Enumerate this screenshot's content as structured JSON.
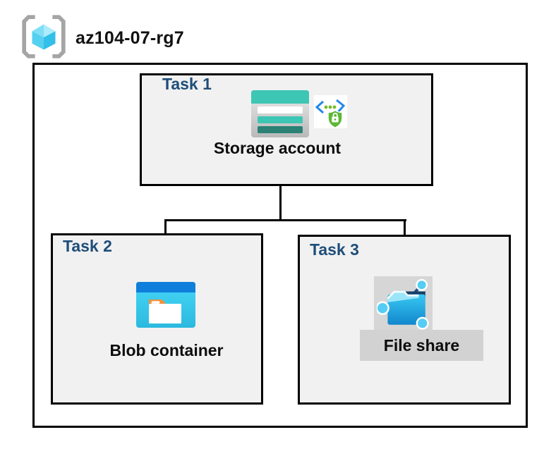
{
  "header": {
    "resource_group_name": "az104-07-rg7",
    "resource_group_icon": "azure-resource-group-icon"
  },
  "diagram": {
    "tasks": [
      {
        "label": "Task 1",
        "node": "Storage account",
        "icons": [
          "storage-account-icon",
          "secure-api-shield-icon"
        ]
      },
      {
        "label": "Task 2",
        "node": "Blob container",
        "icons": [
          "blob-container-icon"
        ]
      },
      {
        "label": "Task 3",
        "node": "File share",
        "icons": [
          "file-share-icon"
        ],
        "highlighted": true
      }
    ],
    "connections": [
      {
        "from": "Storage account",
        "to": "Blob container"
      },
      {
        "from": "Storage account",
        "to": "File share"
      }
    ]
  },
  "colors": {
    "task_label_navy": "#1F4E79",
    "box_background": "#F1F1F1",
    "highlight_gray": "#D4D4D4",
    "connector_black": "#000000",
    "storage_teal": "#3EC6B4",
    "storage_dark_teal": "#2A8174",
    "blob_header_blue": "#0F7FDB",
    "blob_body_cyan": "#38CBEE",
    "folder_tab_orange": "#F2903B",
    "fileshare_blue": "#1488CB",
    "node_cyan": "#53CDF4",
    "shield_green": "#5CB835",
    "bracket_gray": "#A5A5A5"
  }
}
